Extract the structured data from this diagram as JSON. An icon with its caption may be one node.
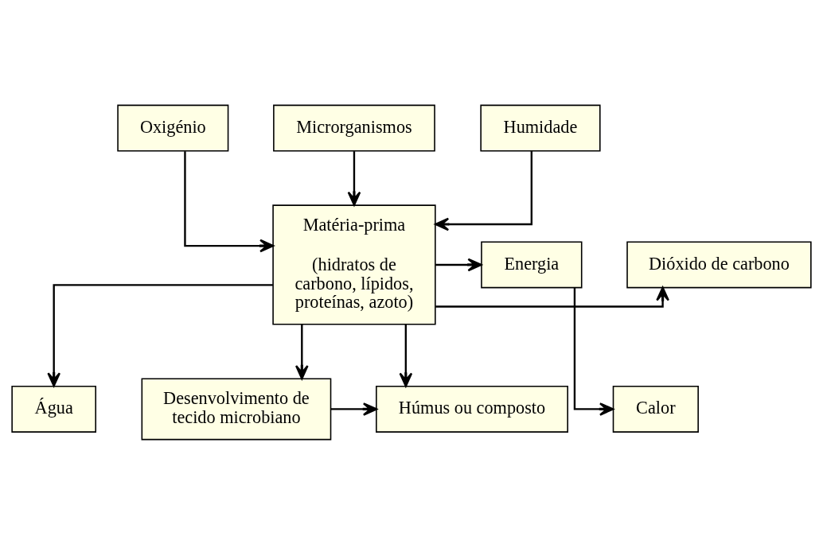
{
  "diagram": {
    "nodes": [
      {
        "text": [
          "Oxigénio"
        ]
      },
      {
        "text": [
          "Microrganismos"
        ]
      },
      {
        "text": [
          "Humidade"
        ]
      },
      {
        "text": [
          "Matéria-prima",
          "(hidratos de carbono, lípidos, proteínas, azoto)"
        ]
      },
      {
        "text": [
          "Dióxido de carbono"
        ]
      },
      {
        "text": [
          "Água"
        ]
      },
      {
        "text": [
          "Energia"
        ]
      },
      {
        "text": [
          "Calor"
        ]
      },
      {
        "text": [
          "Húmus ou composto"
        ]
      },
      {
        "text": [
          "Desenvolvimento de tecido microbiano"
        ]
      }
    ],
    "edges": [
      {
        "from": 0,
        "to": 3,
        "arrow": "to"
      },
      {
        "from": 1,
        "to": 3,
        "arrow": "to"
      },
      {
        "from": 2,
        "to": 3,
        "arrow": "to"
      },
      {
        "from": 3,
        "to": 4,
        "arrow": "to"
      },
      {
        "from": 3,
        "to": 5,
        "arrow": "to"
      },
      {
        "from": 3,
        "to": 6,
        "arrow": "to"
      },
      {
        "from": 3,
        "to": 9,
        "arrow": "to"
      },
      {
        "from": 6,
        "to": 7,
        "arrow": "to"
      },
      {
        "from": 3,
        "to": 8,
        "arrow": "to"
      },
      {
        "from": 9,
        "to": 8,
        "arrow": "to"
      }
    ]
  }
}
